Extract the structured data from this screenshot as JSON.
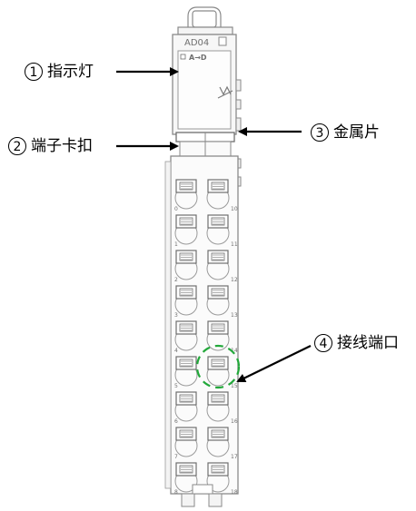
{
  "module": {
    "model_label": "AD04",
    "direction_label": "A→D",
    "terminal_numbers": [
      "0",
      "10",
      "1",
      "11",
      "2",
      "12",
      "3",
      "13",
      "4",
      "14",
      "5",
      "15",
      "6",
      "16",
      "7",
      "17",
      "8",
      "18"
    ]
  },
  "callouts": [
    {
      "num": "1",
      "text": "指示灯"
    },
    {
      "num": "2",
      "text": "端子卡扣"
    },
    {
      "num": "3",
      "text": "金属片"
    },
    {
      "num": "4",
      "text": "接线端口"
    }
  ],
  "colors": {
    "outline": "#8a8a8a",
    "dark_outline": "#6f6f6f",
    "highlight": "#22a83a",
    "label": "#000000"
  }
}
